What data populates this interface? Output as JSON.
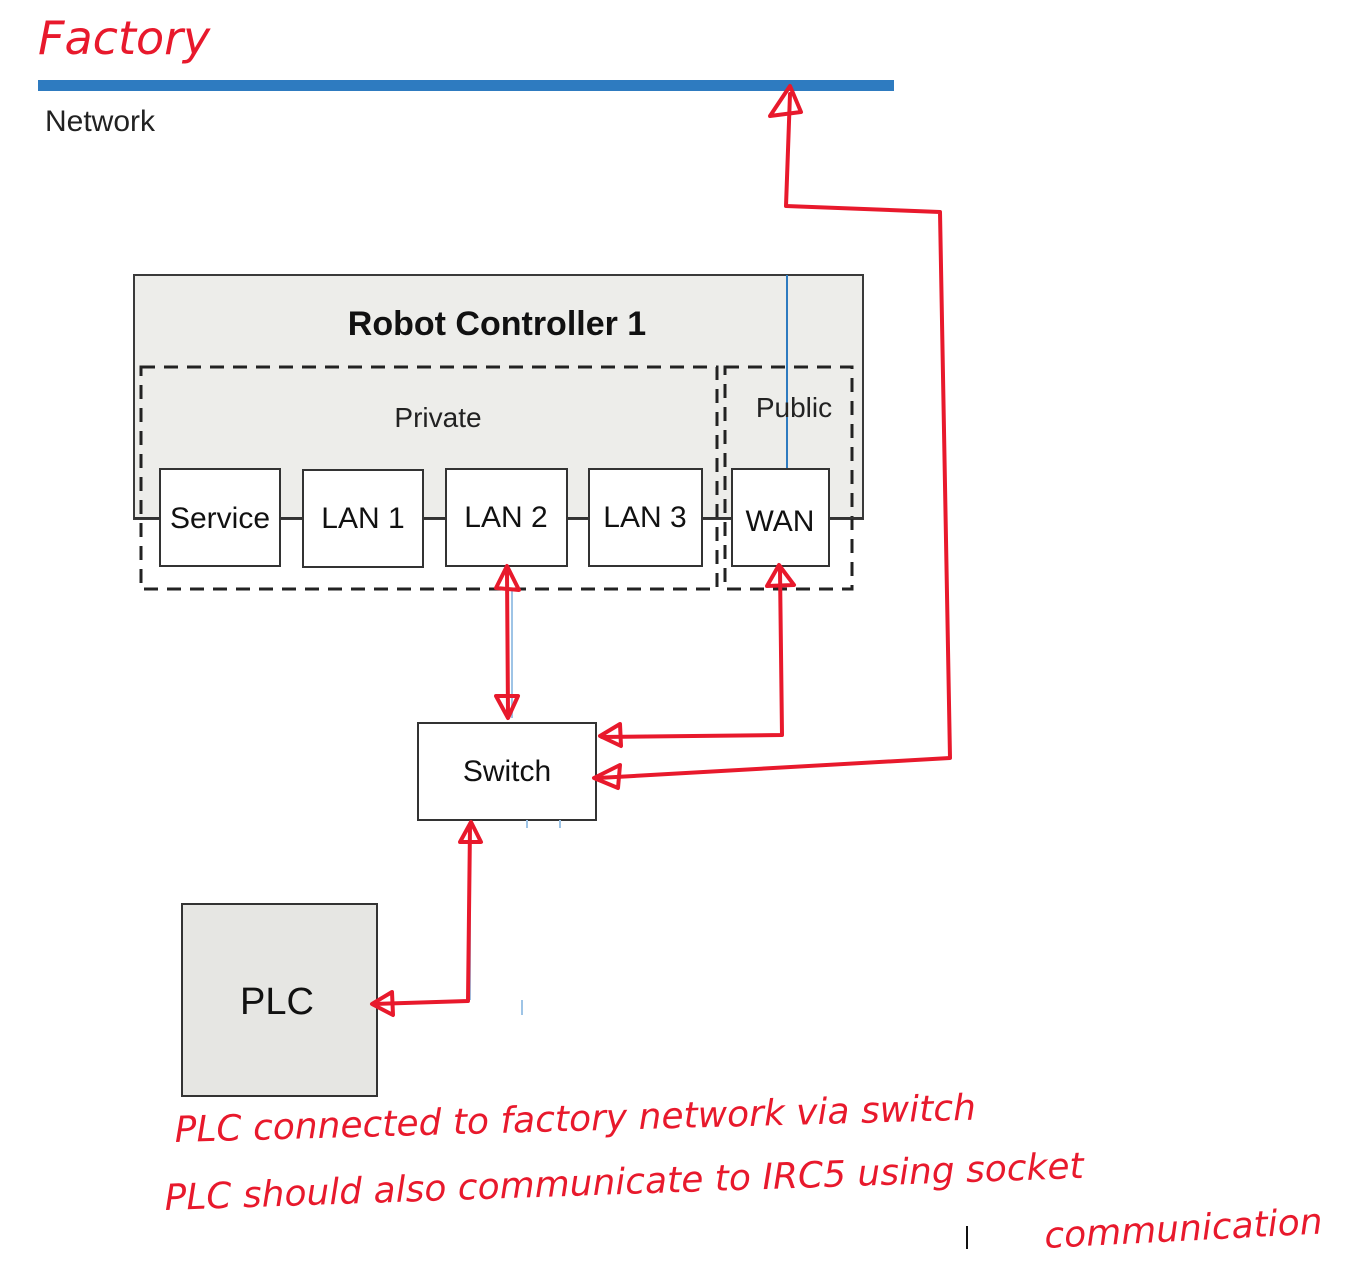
{
  "annotation": {
    "title": "Factory",
    "note_line1": "PLC connected to factory network via switch",
    "note_line2": "PLC should also communicate to IRC5 using socket",
    "note_line3": "communication"
  },
  "diagram": {
    "network_label": "Network",
    "controller_title": "Robot Controller 1",
    "private_label": "Private",
    "public_label": "Public",
    "ports": {
      "service": "Service",
      "lan1": "LAN 1",
      "lan2": "LAN 2",
      "lan3": "LAN 3",
      "wan": "WAN"
    },
    "switch_label": "Switch",
    "plc_label": "PLC"
  },
  "colors": {
    "network_bar": "#2e7bc0",
    "annotation_red": "#e8192c",
    "controller_fill": "#ededea",
    "plc_fill": "#e6e6e3",
    "box_stroke": "#3a3a3a"
  }
}
